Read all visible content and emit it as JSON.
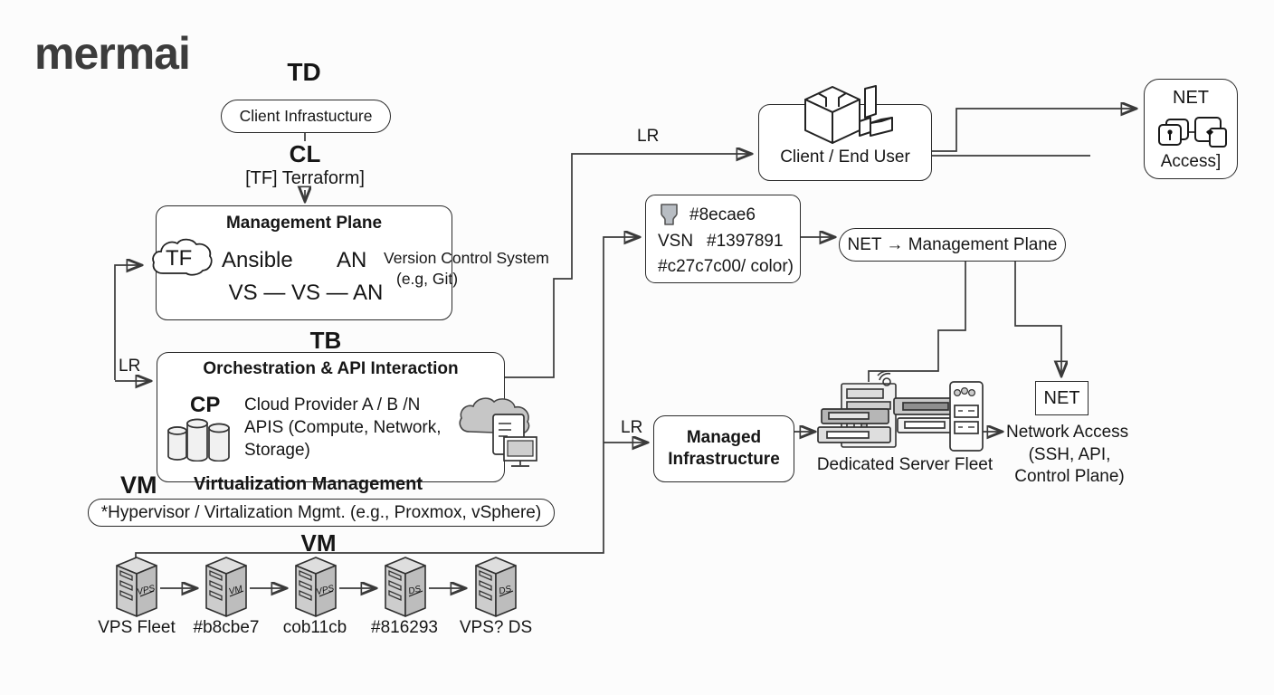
{
  "logo": "mermai",
  "headings": {
    "td": "TD",
    "cl": "CL",
    "cl_sub": "[TF] Terraform]",
    "tb": "TB",
    "vm_caption": "VM",
    "vm_row": "VM"
  },
  "edge_labels": {
    "lr_top": "LR",
    "lr_left": "LR",
    "lr_managed": "LR"
  },
  "nodes": {
    "client_infra": {
      "label": "Client Infrastucture"
    },
    "management_plane": {
      "title": "Management Plane",
      "tf": "TF",
      "ansible": "Ansible",
      "an": "AN",
      "vcs_line1": "Version Control System",
      "vcs_line2": "(e.g, Git)",
      "vs_row": "VS — VS — AN"
    },
    "orchestration": {
      "title": "Orchestration & API Interaction",
      "cp": "CP",
      "line1": "Cloud Provider A / B /N",
      "line2": "APIS (Compute, Network,",
      "line3": "Storage)"
    },
    "virtualization": {
      "label": "Virtualization Management"
    },
    "hypervisor": {
      "label": "*Hypervisor / Virtalization Mgmt. (e.g., Proxmox, vSphere)"
    },
    "vps_fleet": {
      "servers": [
        {
          "badge": "VPS",
          "label": "VPS Fleet"
        },
        {
          "badge": "VM",
          "label": "#b8cbe7"
        },
        {
          "badge": "VPS",
          "label": "cob11cb"
        },
        {
          "badge": "DS",
          "label": "#816293"
        },
        {
          "badge": "DS",
          "label": "VPS? DS"
        }
      ]
    },
    "client_end_user": {
      "label": "Client / End User"
    },
    "net_access_top": {
      "title": "NET",
      "label": "Access]"
    },
    "vsn": {
      "line1": "#8ecae6",
      "line2_prefix": "VSN",
      "line2_value": "#1397891",
      "line3": "#c27c7c00/ color)"
    },
    "net_mgmt": {
      "label": "NET → Management Plane"
    },
    "net_box": {
      "label": "NET"
    },
    "managed_infra": {
      "line1": "Managed",
      "line2": "Infrastructure"
    },
    "server_fleet": {
      "label": "Dedicated Server Fleet"
    },
    "network_access": {
      "line1": "Network Access",
      "line2": "(SSH, API,",
      "line3": "Control Plane)"
    }
  },
  "colors": {
    "ink": "#2b2b2b",
    "icon_gray": "#c6c6c6",
    "background": "#fcfcfc"
  }
}
